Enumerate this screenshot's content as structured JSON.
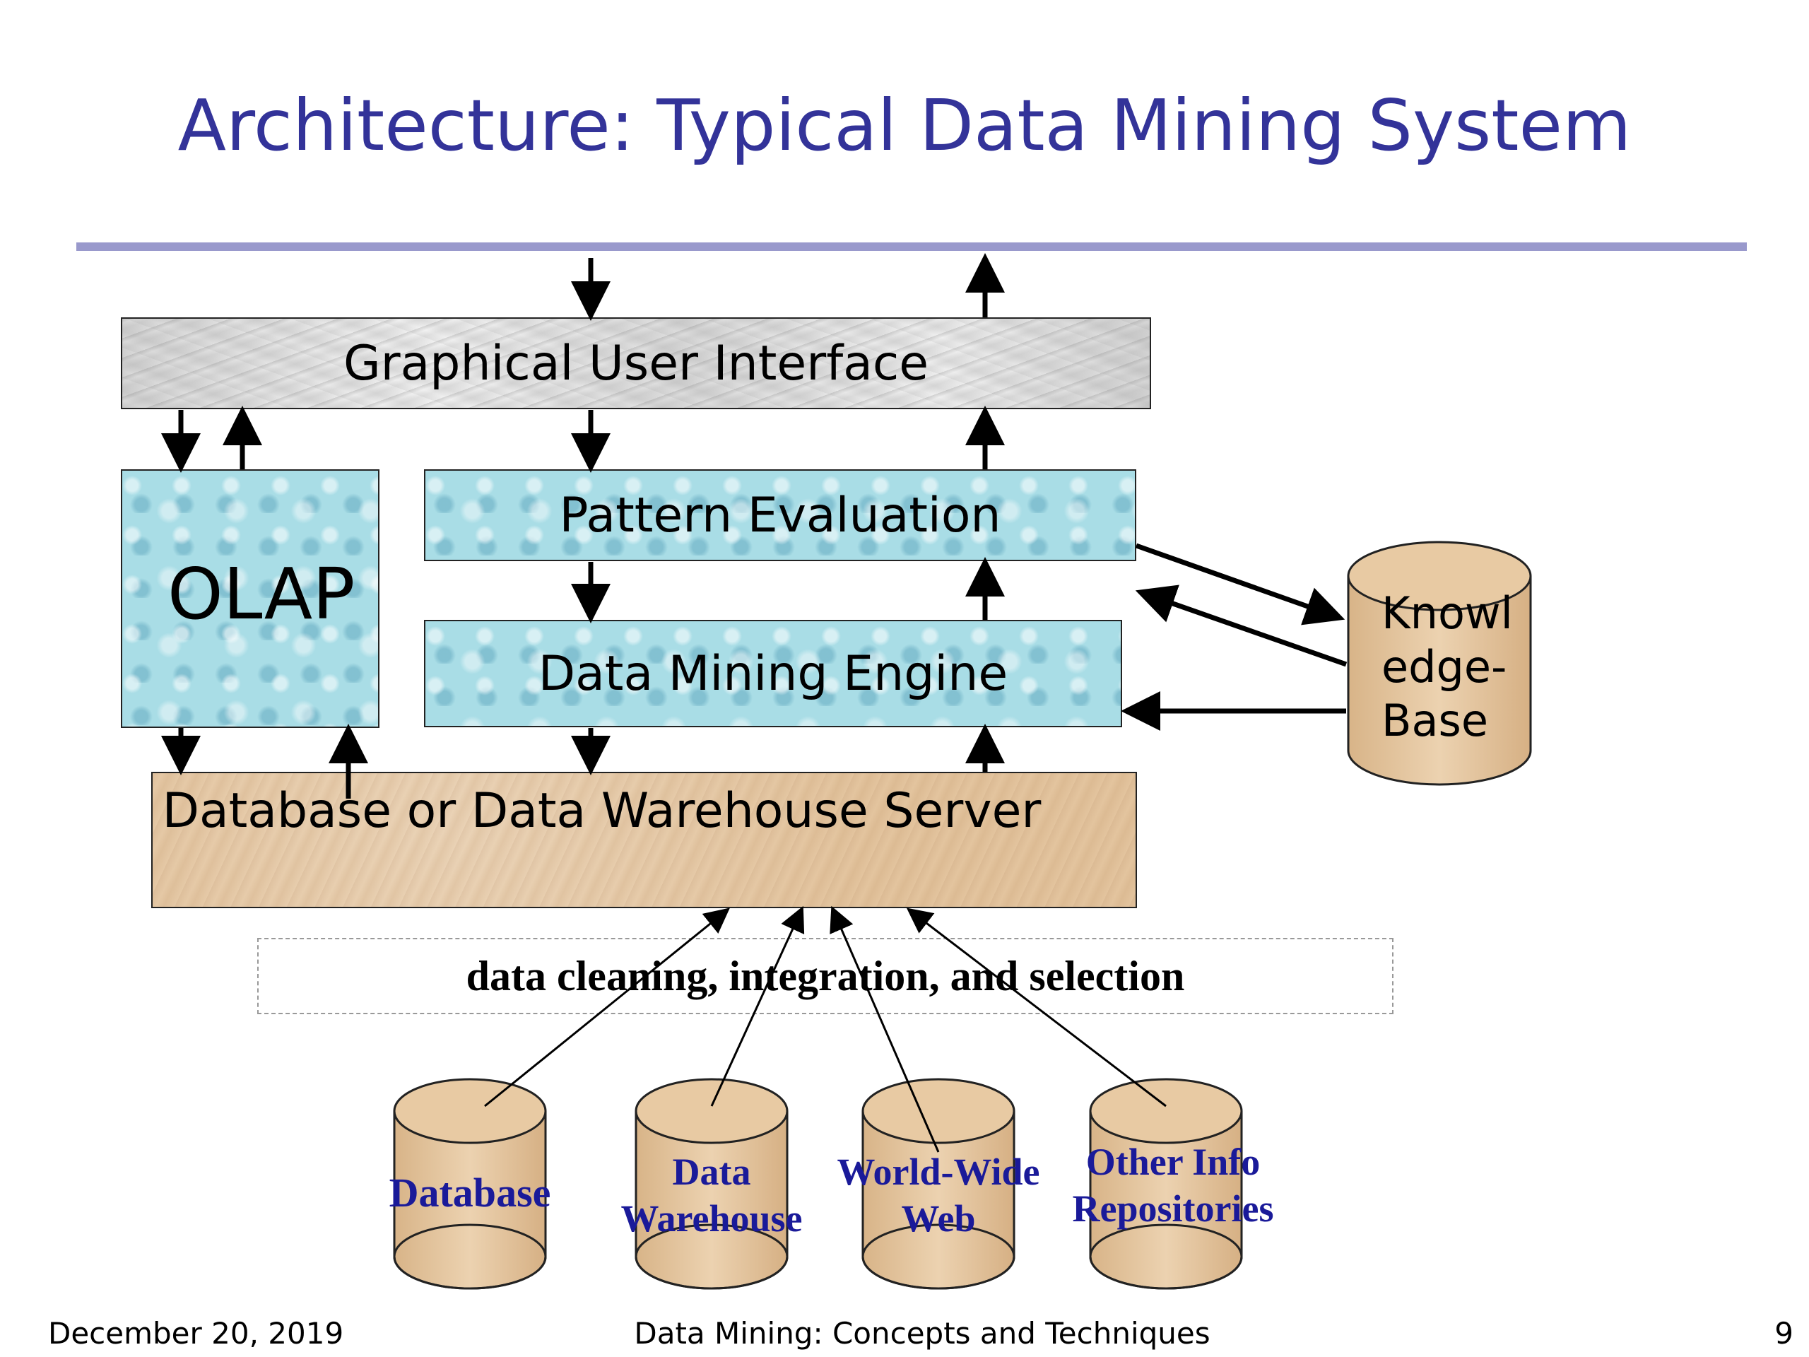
{
  "slide": {
    "title": "Architecture: Typical Data Mining System",
    "footer": {
      "date": "December 20, 2019",
      "course": "Data Mining: Concepts and Techniques",
      "page_number": "9"
    }
  },
  "diagram": {
    "gui": "Graphical User Interface",
    "olap": "OLAP",
    "pattern_evaluation": "Pattern Evaluation",
    "data_mining_engine": "Data Mining Engine",
    "db_server": "Database or Data Warehouse Server",
    "knowledge_base": {
      "line1": "Knowl",
      "line2": "edge-",
      "line3": "Base"
    },
    "preprocessing": "data cleaning, integration, and selection",
    "sources": [
      {
        "line1": "Database",
        "line2": ""
      },
      {
        "line1": "Data",
        "line2": "Warehouse"
      },
      {
        "line1": "World-Wide",
        "line2": "Web"
      },
      {
        "line1": "Other Info",
        "line2": "Repositories"
      }
    ]
  },
  "colors": {
    "title": "#333399",
    "rule": "#9999cc",
    "source_label": "#1a1a99",
    "water": "#a9dde6",
    "sand": "#e3c49e"
  }
}
